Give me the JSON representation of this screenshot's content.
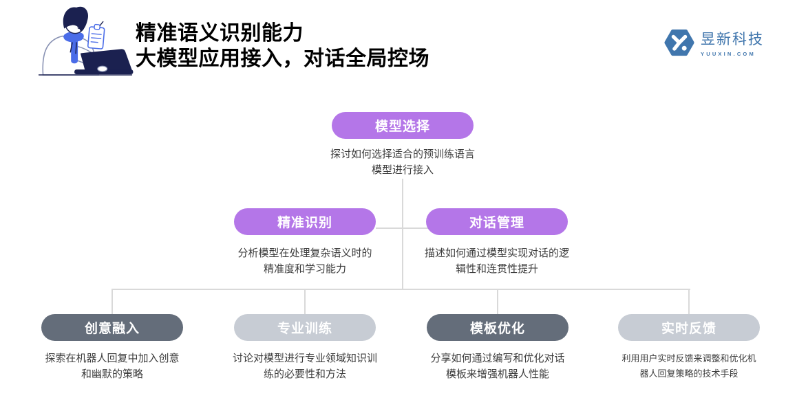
{
  "header": {
    "title": "精准语义识别能力\n大模型应用接入，对话全局控场",
    "logo": {
      "name": "昱新科技",
      "domain": "YUUXIN.COM",
      "brand_color": "#4076ad"
    }
  },
  "tree": {
    "root": {
      "label": "模型选择",
      "description": "探讨如何选择适合的预训练语言\n模型进行接入",
      "color": "#b476e8"
    },
    "level2": [
      {
        "label": "精准识别",
        "description": "分析模型在处理复杂语义时的\n精准度和学习能力",
        "color": "#b476e8"
      },
      {
        "label": "对话管理",
        "description": "描述如何通过模型实现对话的逻\n辑性和连贯性提升",
        "color": "#b476e8"
      }
    ],
    "level3": [
      {
        "label": "创意融入",
        "description": "探索在机器人回复中加入创意\n和幽默的策略",
        "color": "#646d7a"
      },
      {
        "label": "专业训练",
        "description": "讨论对模型进行专业领域知识训\n练的必要性和方法",
        "color": "#c7ccd4"
      },
      {
        "label": "模板优化",
        "description": "分享如何通过编写和优化对话\n模板来增强机器人性能",
        "color": "#646d7a"
      },
      {
        "label": "实时反馈",
        "description": "利用用户实时反馈来调整和优化机\n器人回复策略的技术手段",
        "color": "#c7ccd4"
      }
    ]
  },
  "colors": {
    "connector": "#d9d9d9",
    "node_purple": "#b476e8",
    "node_dark_gray": "#646d7a",
    "node_light_gray": "#c7ccd4",
    "illustration_navy": "#1b2150",
    "illustration_blue": "#4a6ce8"
  }
}
